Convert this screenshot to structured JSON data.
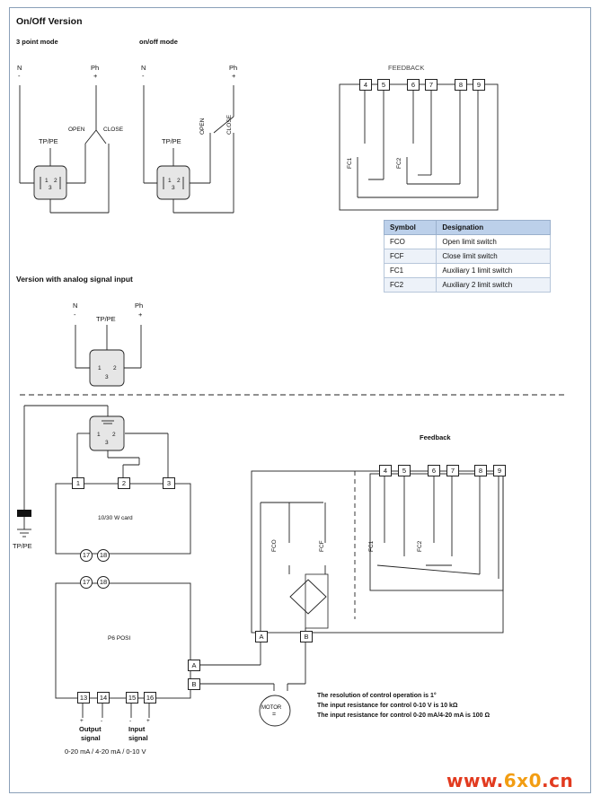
{
  "titles": {
    "onoff": "On/Off Version",
    "three_point": "3 point mode",
    "onoff_mode": "on/off mode",
    "analog": "Version with analog signal input",
    "feedback_top": "FEEDBACK",
    "feedback_bottom": "Feedback"
  },
  "labels": {
    "n": "N",
    "ph": "Ph",
    "minus": "-",
    "plus": "+",
    "tppe": "TP/PE",
    "open": "OPEN",
    "close": "CLOSE",
    "t1": "1",
    "t2": "2",
    "t3": "3",
    "card": "10/30 W card",
    "posi": "P6 POSI",
    "motor": "MOTOR",
    "motor_eq": "=",
    "a": "A",
    "b": "B",
    "fco": "FCO",
    "fcf": "FCF",
    "fc1": "FC1",
    "fc2": "FC2",
    "output": "Output",
    "input": "Input",
    "signal": "signal",
    "range": "0-20 mA / 4-20 mA / 0-10 V"
  },
  "terminals_top": [
    "4",
    "5",
    "6",
    "7",
    "8",
    "9"
  ],
  "terminals_card": [
    "1",
    "2",
    "3"
  ],
  "terminals_posi_top": [
    "17",
    "18"
  ],
  "terminals_io": [
    "13",
    "14",
    "15",
    "16"
  ],
  "table": {
    "headers": [
      "Symbol",
      "Designation"
    ],
    "rows": [
      [
        "FCO",
        "Open limit switch"
      ],
      [
        "FCF",
        "Close limit switch"
      ],
      [
        "FC1",
        "Auxiliary 1 limit switch"
      ],
      [
        "FC2",
        "Auxiliary 2 limit switch"
      ]
    ]
  },
  "notes": [
    "The resolution of control operation is 1°",
    "The input resistance for control 0-10 V is 10 kΩ",
    "The input resistance for control 0-20 mA/4-20 mA is 100 Ω"
  ],
  "logo": {
    "part1": "www.",
    "part2": "6x0",
    "part3": ".cn"
  },
  "colors": {
    "line": "#222222",
    "connector": "#e6e6e6",
    "header": "#bcd0ea",
    "logo_red": "#e23a1f",
    "logo_orange": "#f29d12"
  }
}
